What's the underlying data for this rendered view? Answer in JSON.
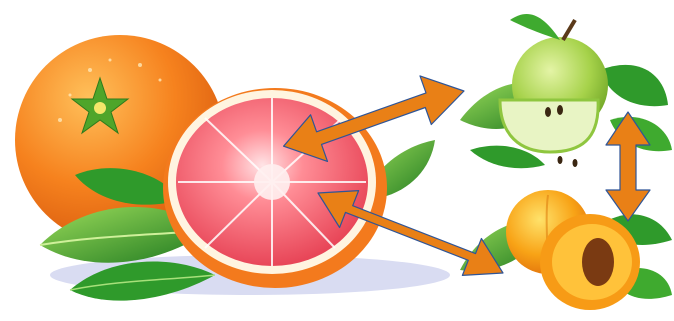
{
  "scene": {
    "objects": [
      {
        "id": "grapefruit-whole",
        "name": "grapefruit-whole-icon"
      },
      {
        "id": "grapefruit-half",
        "name": "grapefruit-half-icon"
      },
      {
        "id": "apple",
        "name": "green-apple-icon"
      },
      {
        "id": "apricot",
        "name": "apricot-icon"
      }
    ],
    "arrows": [
      {
        "from": "grapefruit-half",
        "to": "apple",
        "style": "double-headed"
      },
      {
        "from": "grapefruit-half",
        "to": "apricot",
        "style": "double-headed"
      },
      {
        "from": "apple",
        "to": "apricot",
        "style": "double-headed"
      }
    ]
  },
  "colors": {
    "arrow": "#E98016",
    "arrow_outline": "#2F5597",
    "orange_peel": "#F6821E",
    "grapefruit_flesh": "#F45E6C",
    "leaf": "#2F9A2B",
    "apple": "#A6D24A",
    "apricot": "#F8A316"
  }
}
